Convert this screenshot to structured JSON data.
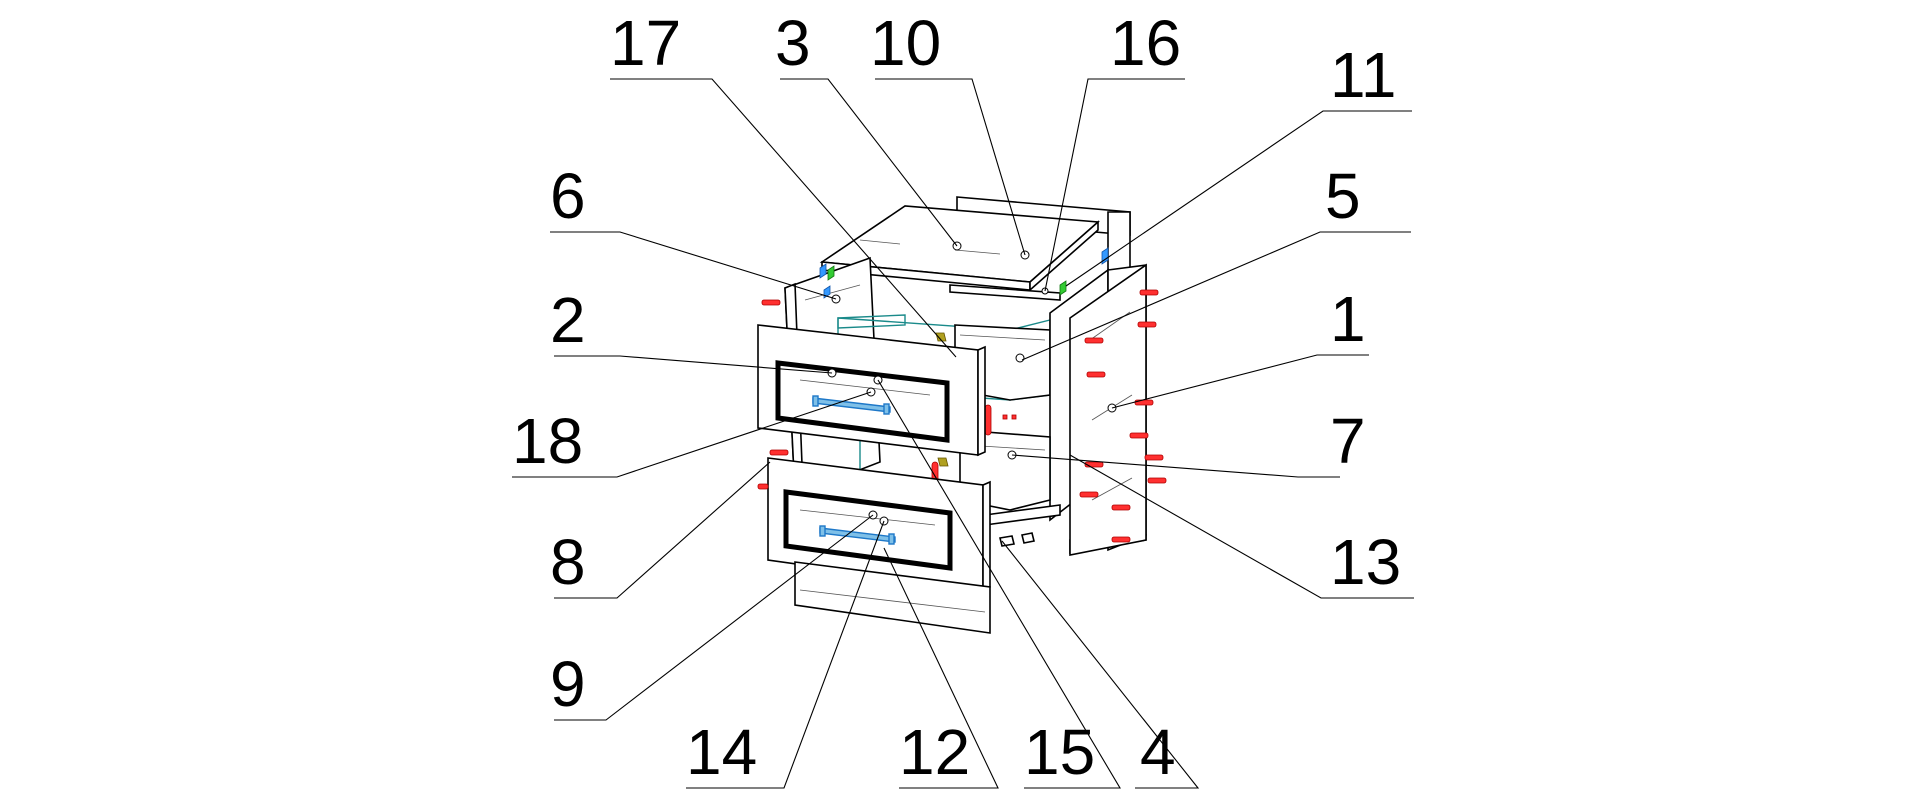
{
  "colors": {
    "background": "#ffffff",
    "lines": "#000000",
    "fittings": "#ff3030",
    "handles": "#1e78c8",
    "drawer_boxes": "#1a8a8a"
  },
  "callouts": [
    {
      "id": "17",
      "label": "17"
    },
    {
      "id": "3",
      "label": "3"
    },
    {
      "id": "10",
      "label": "10"
    },
    {
      "id": "16",
      "label": "16"
    },
    {
      "id": "11",
      "label": "11"
    },
    {
      "id": "6",
      "label": "6"
    },
    {
      "id": "5",
      "label": "5"
    },
    {
      "id": "2",
      "label": "2"
    },
    {
      "id": "1",
      "label": "1"
    },
    {
      "id": "18",
      "label": "18"
    },
    {
      "id": "7",
      "label": "7"
    },
    {
      "id": "8",
      "label": "8"
    },
    {
      "id": "13",
      "label": "13"
    },
    {
      "id": "9",
      "label": "9"
    },
    {
      "id": "14",
      "label": "14"
    },
    {
      "id": "12",
      "label": "12"
    },
    {
      "id": "15",
      "label": "15"
    },
    {
      "id": "4",
      "label": "4"
    }
  ]
}
